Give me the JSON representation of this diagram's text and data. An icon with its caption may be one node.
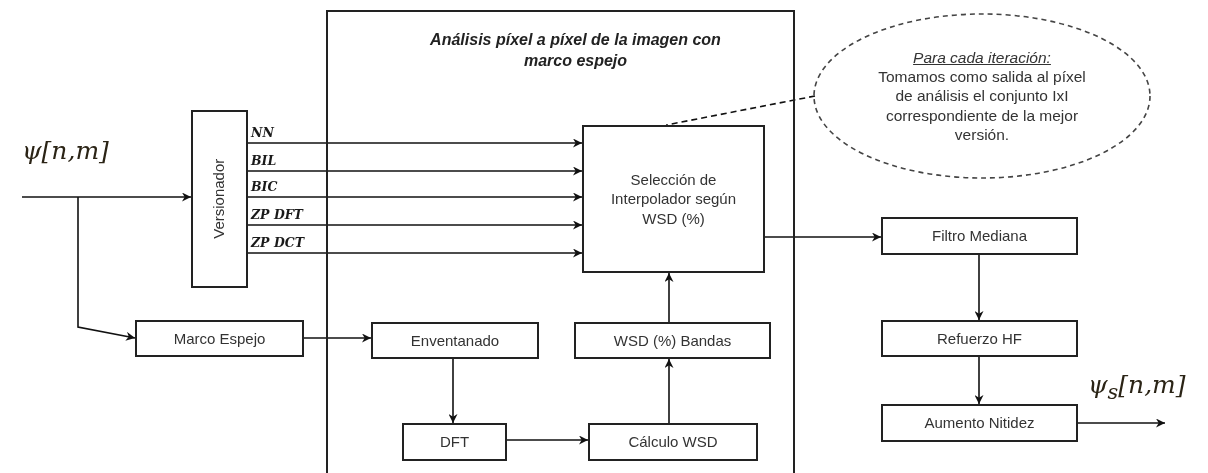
{
  "diagram": {
    "nodes": [
      {
        "text": [
          "Análisis píxel a píxel de la imagen con marco espejo"
        ]
      },
      {
        "text": [
          "Versionador"
        ]
      },
      {
        "text": [
          "Selección de Interpolador según WSD (%)"
        ],
        "in": 0
      },
      {
        "text": [
          "Marco Espejo"
        ]
      },
      {
        "text": [
          "Enventanado"
        ],
        "in": 0
      },
      {
        "text": [
          "WSD (%) Bandas"
        ],
        "in": 0
      },
      {
        "text": [
          "DFT"
        ],
        "in": 0
      },
      {
        "text": [
          "Cálculo WSD"
        ],
        "in": 0
      },
      {
        "text": [
          "Filtro Mediana"
        ]
      },
      {
        "text": [
          "Refuerzo HF"
        ]
      },
      {
        "text": [
          "Aumento Nitidez"
        ]
      },
      {
        "text": [
          "Para cada iteración:",
          "Tomamos como salida al píxel de análisis el conjunto IxI correspondiente de la mejor versión."
        ]
      }
    ],
    "edges": [
      {
        "from": null,
        "to": 1,
        "arrow": "to"
      },
      {
        "from": null,
        "to": 3,
        "arrow": "to"
      },
      {
        "from": 1,
        "to": 2,
        "arrow": "to",
        "label": "NN"
      },
      {
        "from": 1,
        "to": 2,
        "arrow": "to",
        "label": "BIL"
      },
      {
        "from": 1,
        "to": 2,
        "arrow": "to",
        "label": "BIC"
      },
      {
        "from": 1,
        "to": 2,
        "arrow": "to",
        "label": "ZP DFT"
      },
      {
        "from": 1,
        "to": 2,
        "arrow": "to",
        "label": "ZP DCT"
      },
      {
        "from": 3,
        "to": 4,
        "arrow": "to"
      },
      {
        "from": 4,
        "to": 6,
        "arrow": "to"
      },
      {
        "from": 6,
        "to": 7,
        "arrow": "to"
      },
      {
        "from": 7,
        "to": 5,
        "arrow": "to"
      },
      {
        "from": 5,
        "to": 2,
        "arrow": "to"
      },
      {
        "from": 2,
        "to": 8,
        "arrow": "to"
      },
      {
        "from": 8,
        "to": 9,
        "arrow": "to"
      },
      {
        "from": 9,
        "to": 10,
        "arrow": "to"
      },
      {
        "from": 10,
        "to": null,
        "arrow": "to"
      },
      {
        "from": 11,
        "to": 2,
        "arrow": "none",
        "style": "dashed"
      }
    ],
    "labels": [
      "ψ[n,m]",
      "ψ$_{s}$[n,m]"
    ]
  }
}
